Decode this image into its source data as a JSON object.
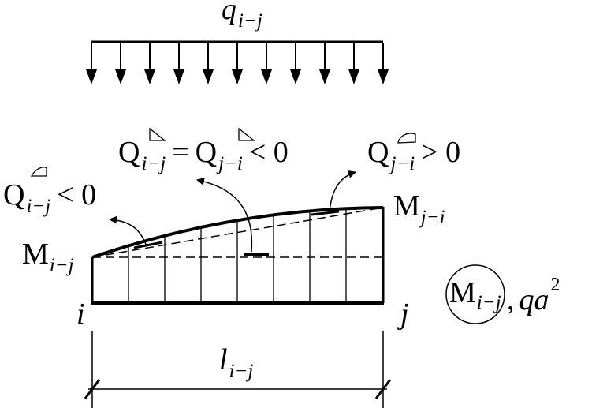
{
  "load": {
    "symbol": "q",
    "subscript": "i−j",
    "arrow_count": 11
  },
  "moment_start": {
    "symbol": "M",
    "subscript": "i−j"
  },
  "moment_end": {
    "symbol": "M",
    "subscript": "j−i"
  },
  "shear_left": {
    "symbol": "Q",
    "subscript": "i−j",
    "relation": "< 0"
  },
  "shear_middle": {
    "symbol_1": "Q",
    "subscript_1": "i−j",
    "equals": "=",
    "symbol_2": "Q",
    "subscript_2": "j−i",
    "relation": "< 0"
  },
  "shear_right": {
    "symbol": "Q",
    "subscript": "j−i",
    "relation": "> 0"
  },
  "nodes": {
    "start": "i",
    "end": "j"
  },
  "span": {
    "symbol": "l",
    "subscript": "i−j"
  },
  "legend": {
    "symbol": "M",
    "subscript": "i−j",
    "separator": ",",
    "units_base": "qa",
    "units_exponent": "2"
  }
}
